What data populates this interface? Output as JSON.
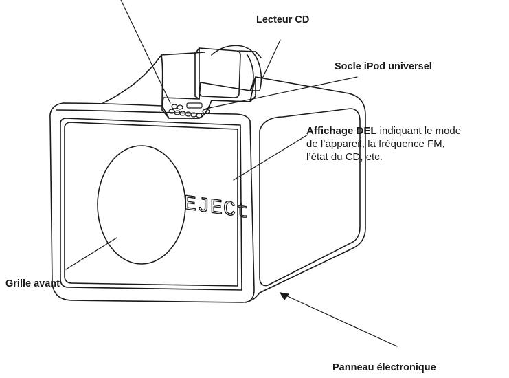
{
  "labels": {
    "cd_player": "Lecteur CD",
    "ipod_dock": "Socle iPod universel",
    "display_bold": "Affichage DEL",
    "display_line1": " indiquant le mode",
    "display_line2": "de l’appareil, la fréquence FM,",
    "display_line3": "l’état du CD, etc.",
    "front_grille": "Grille avant",
    "electronic_panel": "Panneau électronique"
  },
  "display_readout": "EJECt",
  "colors": {
    "line": "#1a1a1a",
    "background": "#ffffff"
  }
}
